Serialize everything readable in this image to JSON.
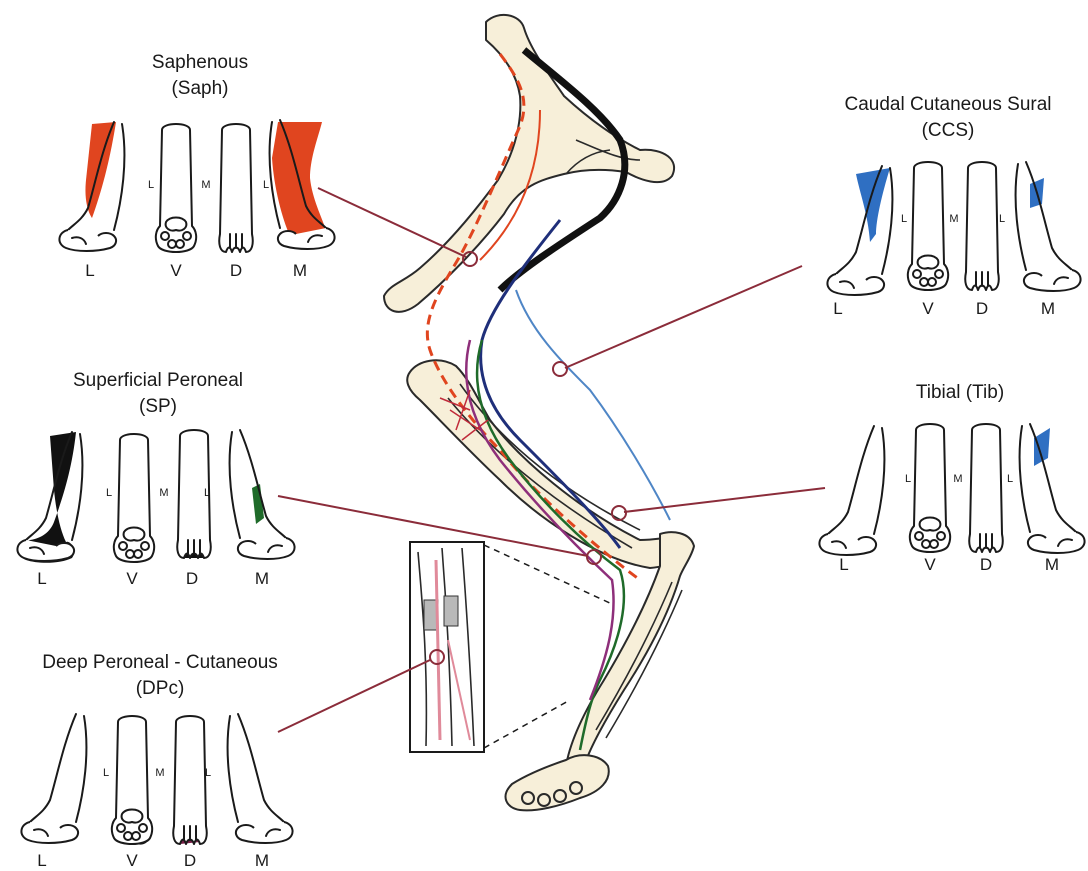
{
  "colors": {
    "saphenous": "#e0451f",
    "caudal_cutaneous_sural": "#2f6fc2",
    "tibial": "#1f3fa8",
    "superficial_peroneal_dark": "#111111",
    "superficial_peroneal_green": "#1f6b2a",
    "deep_peroneal": "#7a1f48",
    "connector": "#8b2c3a",
    "bone_fill": "#f7efd9"
  },
  "panels": {
    "saphenous": {
      "title_line1": "Saphenous",
      "title_line2": "(Saph)",
      "views": [
        "L",
        "V",
        "D",
        "M"
      ],
      "side_labels": [
        "L",
        "M",
        "L"
      ]
    },
    "ccs": {
      "title_line1": "Caudal Cutaneous Sural",
      "title_line2": "(CCS)",
      "views": [
        "L",
        "V",
        "D",
        "M"
      ],
      "side_labels": [
        "L",
        "M",
        "L"
      ]
    },
    "sp": {
      "title_line1": "Superficial Peroneal",
      "title_line2": "(SP)",
      "views": [
        "L",
        "V",
        "D",
        "M"
      ],
      "side_labels": [
        "L",
        "M",
        "L"
      ]
    },
    "tib": {
      "title_line1": "Tibial (Tib)",
      "views": [
        "L",
        "V",
        "D",
        "M"
      ],
      "side_labels": [
        "L",
        "M",
        "L"
      ]
    },
    "dpc": {
      "title_line1": "Deep Peroneal - Cutaneous",
      "title_line2": "(DPc)",
      "views": [
        "L",
        "V",
        "D",
        "M"
      ],
      "side_labels": [
        "L",
        "M",
        "L"
      ]
    }
  }
}
